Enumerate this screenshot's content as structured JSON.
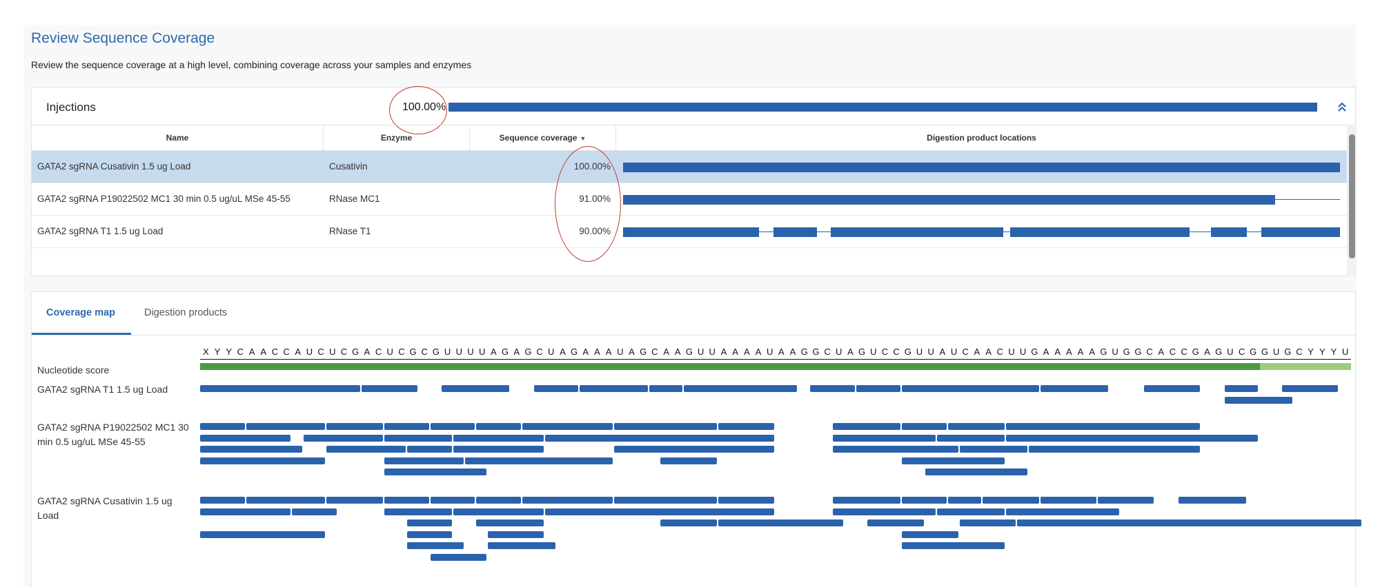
{
  "header": {
    "title": "Review Sequence Coverage",
    "subtitle": "Review the sequence coverage at a high level, combining coverage across your samples and enzymes"
  },
  "injections": {
    "title": "Injections",
    "overall_coverage": "100.00%",
    "overall_coverage_value": 100,
    "collapse_icon": "chevron-double-up-icon",
    "columns": [
      "Name",
      "Enzyme",
      "Sequence coverage",
      "Digestion product locations"
    ],
    "sort_icon": "sort-desc-icon",
    "rows": [
      {
        "name": "GATA2 sgRNA Cusativin 1.5 ug Load",
        "enzyme": "Cusativin",
        "coverage": "100.00%",
        "selected": true,
        "segments": [
          [
            0,
            100
          ]
        ]
      },
      {
        "name": "GATA2 sgRNA P19022502 MC1 30 min 0.5 ug/uL MSe 45-55",
        "enzyme": "RNase MC1",
        "coverage": "91.00%",
        "selected": false,
        "segments": [
          [
            0,
            91
          ]
        ]
      },
      {
        "name": "GATA2 sgRNA T1 1.5 ug Load",
        "enzyme": "RNase T1",
        "coverage": "90.00%",
        "selected": false,
        "segments": [
          [
            0,
            19
          ],
          [
            21,
            27
          ],
          [
            29,
            53
          ],
          [
            54,
            79
          ],
          [
            82,
            87
          ],
          [
            89,
            100
          ]
        ]
      }
    ]
  },
  "coverage_map": {
    "tabs": [
      {
        "label": "Coverage map",
        "active": true
      },
      {
        "label": "Digestion products",
        "active": false
      }
    ],
    "sequence": "XYYCAACCAUCUCGACUCGCGUUUUAGAGCUAGAAAUAGCAAGUUAAAAUAAGGCUAGUCCGUUAUCAACUUGAAAAAGUGGCACCGAGUCGGUGCYYYU",
    "nucleotide_score": {
      "label": "Nucleotide score",
      "high_until": 0.921,
      "high_color": "#4a9a44",
      "low_color": "#9ccc7e"
    },
    "accent_color": "#2b62ac",
    "samples": [
      {
        "label": "GATA2 sgRNA T1 1.5 ug Load",
        "fragments": [
          [
            0,
            [
              [
                1,
                14
              ],
              [
                15,
                19
              ],
              [
                22,
                27
              ],
              [
                30,
                33
              ],
              [
                34,
                39
              ],
              [
                40,
                42
              ],
              [
                43,
                52
              ],
              [
                54,
                57
              ],
              [
                58,
                61
              ],
              [
                62,
                73
              ],
              [
                74,
                79
              ],
              [
                83,
                87
              ],
              [
                90,
                92
              ],
              [
                95,
                99
              ]
            ]
          ],
          [
            1,
            [
              [
                90,
                95
              ]
            ]
          ]
        ]
      },
      {
        "label": "GATA2 sgRNA P19022502 MC1 30 min 0.5 ug/uL MSe 45-55",
        "fragments": [
          [
            0,
            [
              [
                1,
                4
              ],
              [
                5,
                11
              ],
              [
                12,
                16
              ],
              [
                17,
                20
              ],
              [
                21,
                24
              ],
              [
                25,
                28
              ],
              [
                29,
                36
              ],
              [
                37,
                45
              ],
              [
                46,
                50
              ],
              [
                56,
                61
              ],
              [
                62,
                65
              ],
              [
                66,
                70
              ],
              [
                71,
                87
              ]
            ]
          ],
          [
            1,
            [
              [
                1,
                8
              ],
              [
                10,
                16
              ],
              [
                17,
                22
              ],
              [
                23,
                30
              ],
              [
                31,
                50
              ],
              [
                56,
                64
              ],
              [
                65,
                70
              ],
              [
                71,
                92
              ]
            ]
          ],
          [
            2,
            [
              [
                1,
                9
              ],
              [
                12,
                18
              ],
              [
                19,
                22
              ],
              [
                23,
                30
              ],
              [
                37,
                50
              ],
              [
                56,
                66
              ],
              [
                67,
                72
              ],
              [
                73,
                87
              ]
            ]
          ],
          [
            3,
            [
              [
                1,
                11
              ],
              [
                17,
                23
              ],
              [
                24,
                36
              ],
              [
                41,
                45
              ],
              [
                62,
                70
              ]
            ]
          ],
          [
            4,
            [
              [
                17,
                25
              ],
              [
                64,
                72
              ]
            ]
          ]
        ]
      },
      {
        "label": "GATA2 sgRNA Cusativin 1.5 ug Load",
        "fragments": [
          [
            0,
            [
              [
                1,
                4
              ],
              [
                5,
                11
              ],
              [
                12,
                16
              ],
              [
                17,
                20
              ],
              [
                21,
                24
              ],
              [
                25,
                28
              ],
              [
                29,
                36
              ],
              [
                37,
                45
              ],
              [
                46,
                50
              ],
              [
                56,
                61
              ],
              [
                62,
                65
              ],
              [
                66,
                68
              ],
              [
                69,
                73
              ],
              [
                74,
                78
              ],
              [
                79,
                83
              ],
              [
                86,
                91
              ]
            ]
          ],
          [
            1,
            [
              [
                1,
                8
              ],
              [
                9,
                12
              ],
              [
                17,
                22
              ],
              [
                23,
                30
              ],
              [
                31,
                50
              ],
              [
                56,
                64
              ],
              [
                65,
                70
              ],
              [
                71,
                80
              ]
            ]
          ],
          [
            2,
            [
              [
                19,
                22
              ],
              [
                25,
                30
              ],
              [
                41,
                45
              ],
              [
                46,
                56
              ],
              [
                59,
                63
              ],
              [
                67,
                71
              ],
              [
                72,
                101
              ]
            ]
          ],
          [
            3,
            [
              [
                1,
                11
              ],
              [
                19,
                22
              ],
              [
                26,
                30
              ],
              [
                62,
                66
              ]
            ]
          ],
          [
            4,
            [
              [
                19,
                23
              ],
              [
                26,
                31
              ],
              [
                62,
                70
              ]
            ]
          ],
          [
            5,
            [
              [
                21,
                25
              ]
            ]
          ]
        ]
      }
    ]
  }
}
